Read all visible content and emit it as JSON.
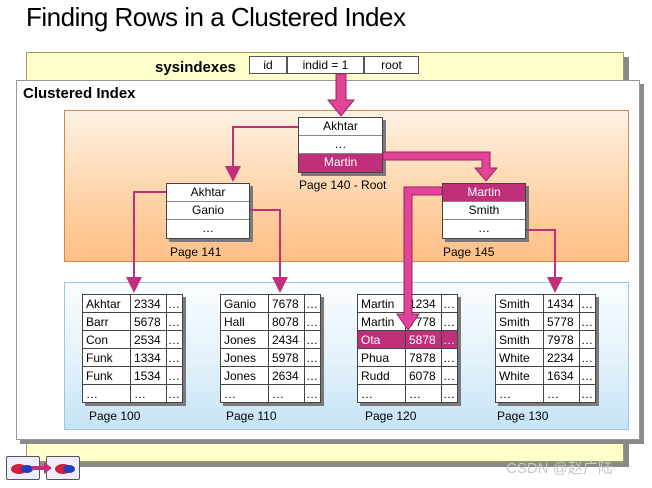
{
  "title": "Finding Rows in a Clustered Index",
  "sysindexes": {
    "label": "sysindexes",
    "columns": [
      "id",
      "indid = 1",
      "root"
    ]
  },
  "clustered_label": "Clustered Index",
  "root": {
    "rows": [
      "Akhtar",
      "…",
      "Martin"
    ],
    "page_label": "Page 140 - Root"
  },
  "node141": {
    "rows": [
      "Akhtar",
      "Ganio",
      "…"
    ],
    "page_label": "Page 141"
  },
  "node145": {
    "rows": [
      "Martin",
      "Smith",
      "…"
    ],
    "page_label": "Page 145"
  },
  "leaves": [
    {
      "page_label": "Page 100",
      "rows": [
        [
          "Akhtar",
          "2334",
          "…"
        ],
        [
          "Barr",
          "5678",
          "…"
        ],
        [
          "Con",
          "2534",
          "…"
        ],
        [
          "Funk",
          "1334",
          "…"
        ],
        [
          "Funk",
          "1534",
          "…"
        ],
        [
          "…",
          "…",
          "…"
        ]
      ]
    },
    {
      "page_label": "Page 110",
      "rows": [
        [
          "Ganio",
          "7678",
          "…"
        ],
        [
          "Hall",
          "8078",
          "…"
        ],
        [
          "Jones",
          "2434",
          "…"
        ],
        [
          "Jones",
          "5978",
          "…"
        ],
        [
          "Jones",
          "2634",
          "…"
        ],
        [
          "…",
          "…",
          "…"
        ]
      ]
    },
    {
      "page_label": "Page 120",
      "rows": [
        [
          "Martin",
          "1234",
          "…"
        ],
        [
          "Martin",
          "7778",
          "…"
        ],
        [
          "Ota",
          "5878",
          "…"
        ],
        [
          "Phua",
          "7878",
          "…"
        ],
        [
          "Rudd",
          "6078",
          "…"
        ],
        [
          "…",
          "…",
          "…"
        ]
      ]
    },
    {
      "page_label": "Page 130",
      "rows": [
        [
          "Smith",
          "1434",
          "…"
        ],
        [
          "Smith",
          "5778",
          "…"
        ],
        [
          "Smith",
          "7978",
          "…"
        ],
        [
          "White",
          "2234",
          "…"
        ],
        [
          "White",
          "1634",
          "…"
        ],
        [
          "…",
          "…",
          "…"
        ]
      ]
    }
  ],
  "watermark": "CSDN @赵广陆",
  "colors": {
    "arrow": "#c0307a",
    "highlight": "#c0307a",
    "orange_panel": "#ffc992",
    "blue_panel": "#cfe8f7",
    "yellow_panel": "#ffffcc"
  }
}
